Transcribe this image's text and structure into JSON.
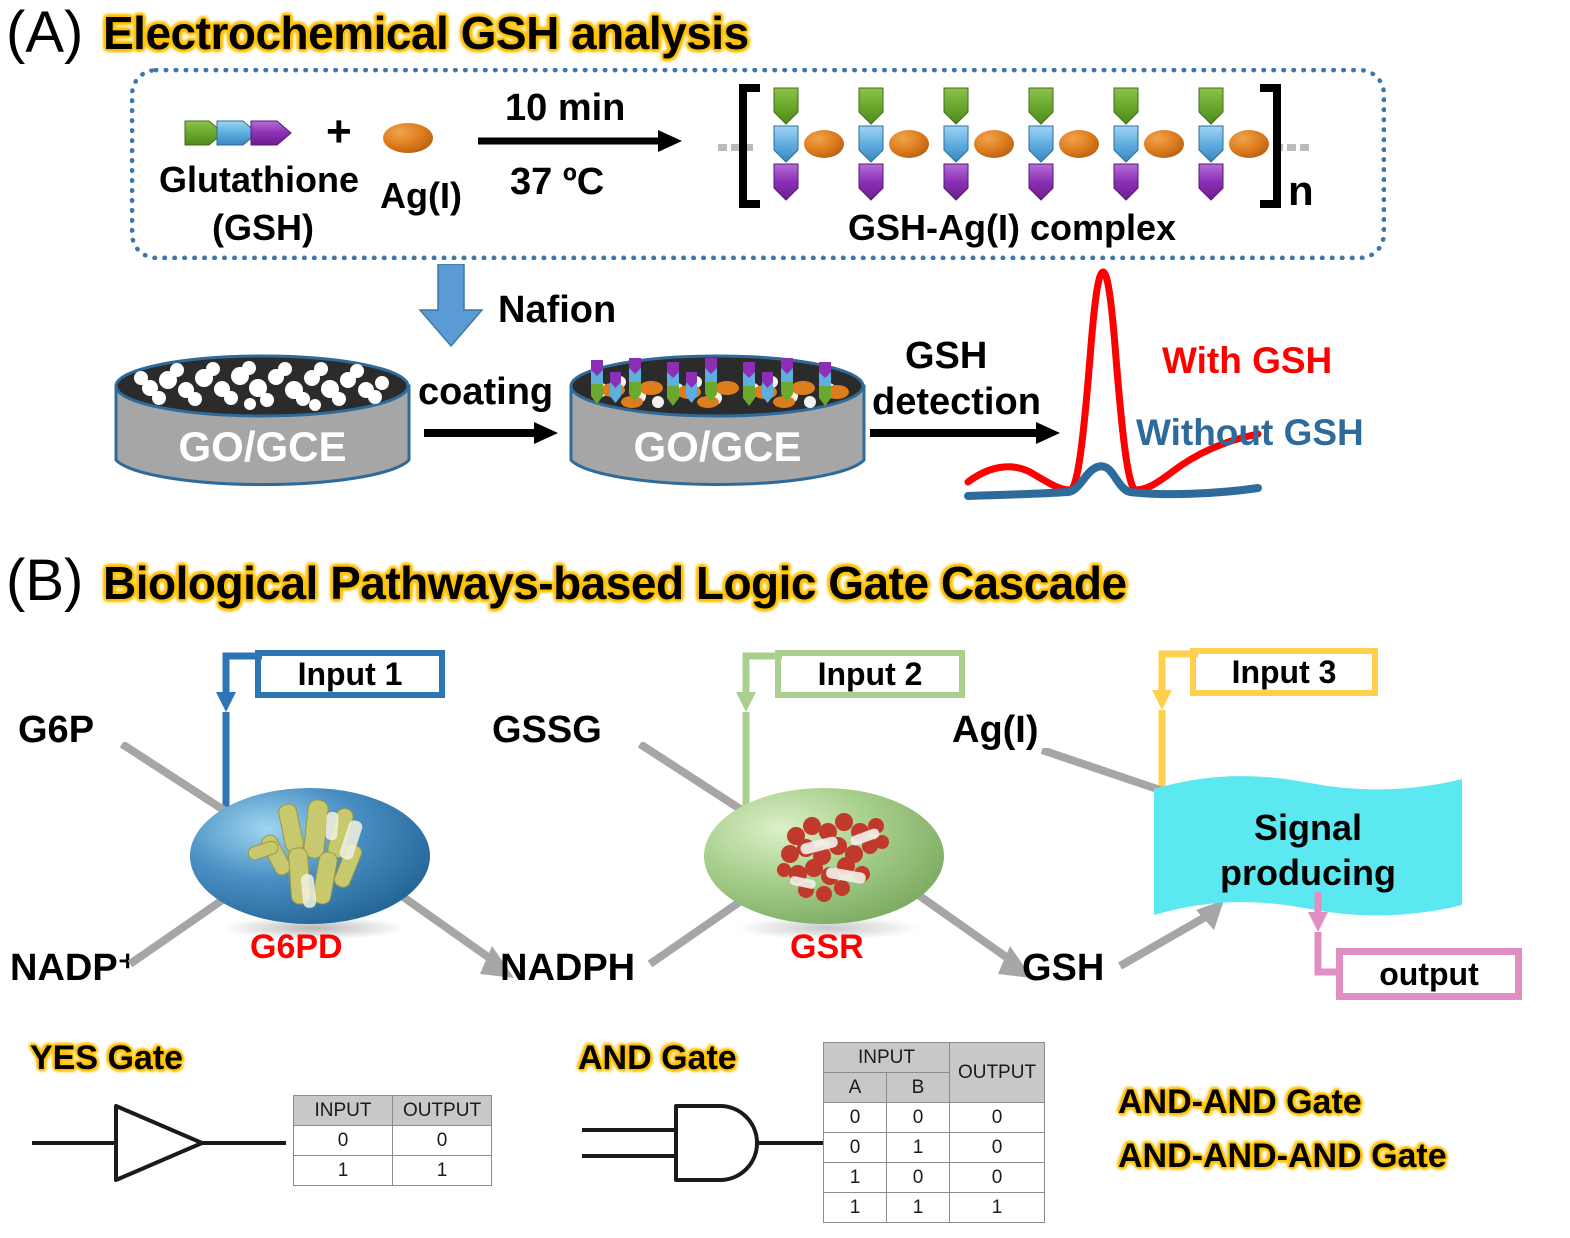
{
  "panelA": {
    "letter": "(A)",
    "title": "Electrochemical GSH analysis",
    "reaction": {
      "reactant1_line1": "Glutathione",
      "reactant1_line2": "(GSH)",
      "plus": "+",
      "reactant2": "Ag(I)",
      "condition_top": "10 min",
      "condition_bottom": "37 ºC",
      "product_label": "GSH-Ag(I) complex",
      "bracket_open": "[",
      "bracket_close": "]",
      "subscript_n": "n",
      "repeat_units": 6,
      "icon_gsh": "gsh-chevron-icon",
      "icon_ag": "silver-ion-ellipse-icon"
    },
    "nafion_label": "Nafion",
    "coating_label": "coating",
    "detection_label_line1": "GSH",
    "detection_label_line2": "detection",
    "electrode1_label": "GO/GCE",
    "electrode2_label": "GO/GCE",
    "curve_with_gsh": "With GSH",
    "curve_without_gsh": "Without GSH",
    "colors": {
      "with_gsh": "#FF0000",
      "without_gsh": "#2F6B9A",
      "dotted_border": "#3E76A8",
      "nafion_arrow": "#5B9BD5",
      "electrode_body": "#A6A6A6"
    }
  },
  "panelB": {
    "letter": "(B)",
    "title": "Biological Pathways-based Logic Gate Cascade",
    "pathway": {
      "stages": [
        {
          "input_label": "Input 1",
          "input_color": "#2E75B6",
          "substrate_top": "G6P",
          "substrate_bottom": "NADP⁺",
          "enzyme": "G6PD",
          "enzyme_ellipse_color": "#4A90C4",
          "enzyme_protein_color": "#C8C86E",
          "product": "NADPH"
        },
        {
          "input_label": "Input 2",
          "input_color": "#A9D08E",
          "substrate_top": "GSSG",
          "substrate_bottom": "NADPH",
          "enzyme": "GSR",
          "enzyme_ellipse_color": "#A9D08E",
          "enzyme_protein_color": "#C0392B",
          "product": "GSH"
        },
        {
          "input_label": "Input 3",
          "input_color": "#FFD04D",
          "substrate_top": "Ag(I)",
          "substrate_bottom": "GSH",
          "enzyme": "",
          "enzyme_ellipse_color": "",
          "enzyme_protein_color": "",
          "product": ""
        }
      ],
      "signal_box_line1": "Signal",
      "signal_box_line2": "producing",
      "signal_box_color": "#5BE8F0",
      "output_label": "output",
      "output_color": "#E08EC4"
    },
    "gates": {
      "yes": {
        "name": "YES Gate",
        "headers": [
          "INPUT",
          "OUTPUT"
        ],
        "rows": [
          [
            "0",
            "0"
          ],
          [
            "1",
            "1"
          ]
        ]
      },
      "and": {
        "name": "AND Gate",
        "header_group": "INPUT",
        "header_output": "OUTPUT",
        "sub_headers": [
          "A",
          "B"
        ],
        "rows": [
          [
            "0",
            "0",
            "0"
          ],
          [
            "0",
            "1",
            "0"
          ],
          [
            "1",
            "0",
            "0"
          ],
          [
            "1",
            "1",
            "1"
          ]
        ]
      },
      "extra": [
        "AND-AND Gate",
        "AND-AND-AND Gate"
      ]
    }
  }
}
